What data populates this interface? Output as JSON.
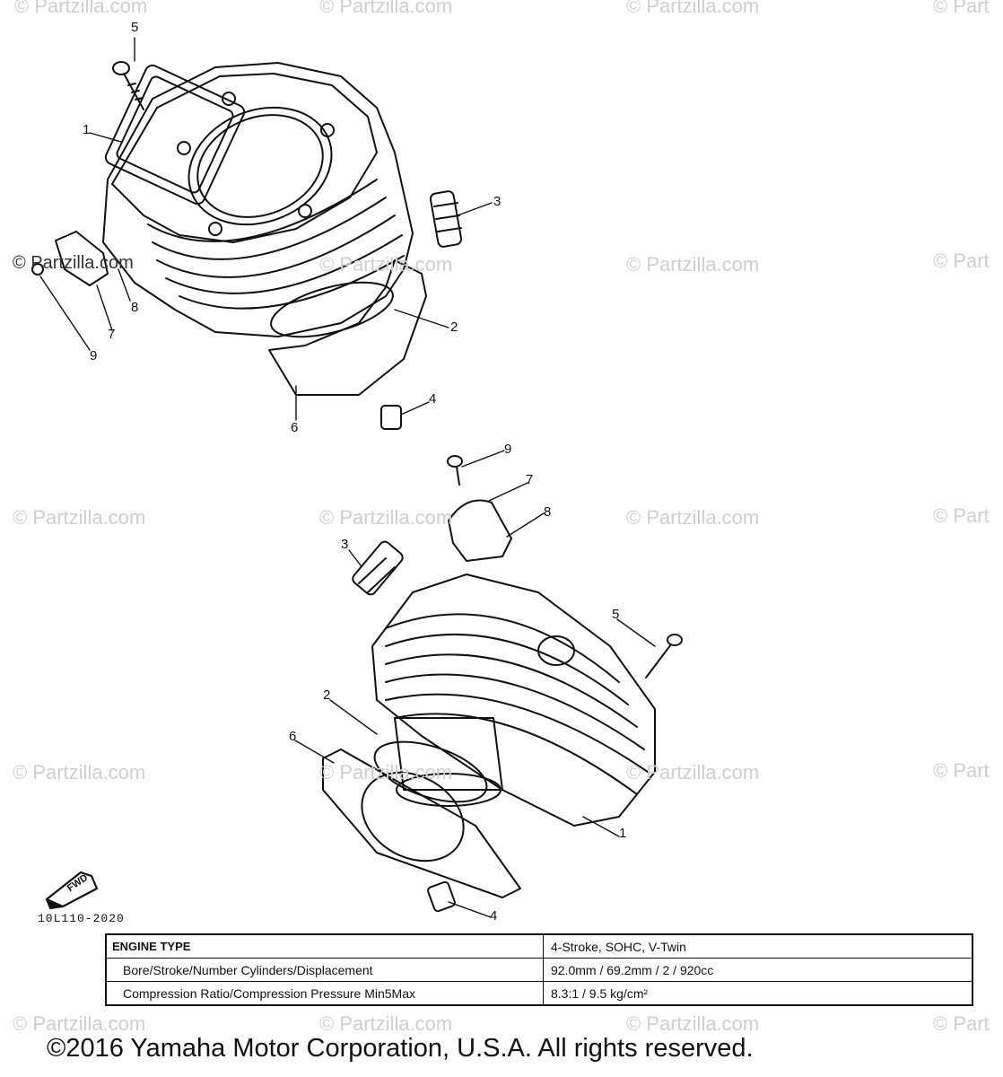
{
  "watermarks": [
    "© Partzilla.com",
    "© Partzilla.com",
    "© Partzilla.com",
    "© Part",
    "© Partzilla.com",
    "© Partzilla.com",
    "© Partzilla.com",
    "© Part",
    "© Partzilla.com",
    "© Partzilla.com",
    "© Partzilla.com",
    "© Part",
    "© Partzilla.com",
    "© Partzilla.com",
    "© Partzilla.com",
    "© Part",
    "© Partzilla.com",
    "© Partzilla.com",
    "© Partzilla.com",
    "© Part"
  ],
  "callouts": {
    "top": [
      "5",
      "1",
      "3",
      "8",
      "7",
      "9",
      "2",
      "6",
      "4"
    ],
    "bottom": [
      "9",
      "7",
      "8",
      "3",
      "5",
      "2",
      "6",
      "1",
      "4"
    ]
  },
  "fwd_label": "FWD",
  "drawing_code": "10L110-2020",
  "spec_table": {
    "header": "ENGINE TYPE",
    "header_value": "4-Stroke, SOHC, V-Twin",
    "rows": [
      {
        "label": "Bore/Stroke/Number Cylinders/Displacement",
        "value": "92.0mm / 69.2mm / 2 / 920cc"
      },
      {
        "label": "Compression Ratio/Compression Pressure Min5Max",
        "value": "8.3:1 / 9.5 kg/cm²"
      }
    ]
  },
  "copyright": "©2016  Yamaha Motor Corporation, U.S.A. All rights reserved."
}
